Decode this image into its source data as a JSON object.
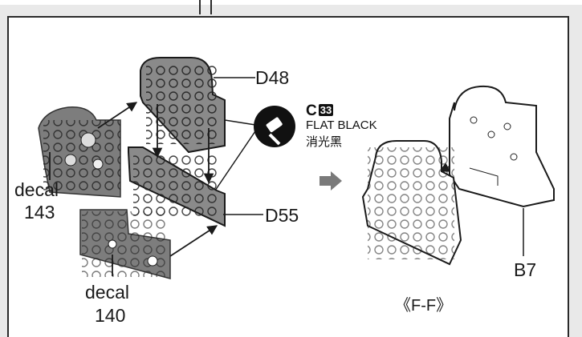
{
  "labels": {
    "part_top": "D48",
    "part_bottom": "D55",
    "part_rear": "B7",
    "decal_a_word": "decal",
    "decal_a_num": "143",
    "decal_b_word": "decal",
    "decal_b_num": "140",
    "view": "《F-F》"
  },
  "paint": {
    "code": "C",
    "number": "33",
    "name": "FLAT BLACK",
    "name_jp": "消光黑"
  },
  "colors": {
    "panel_fill": "#8a8a8a",
    "panel_dark": "#555555",
    "line": "#1a1a1a",
    "arrow_fill": "#7a7a7a",
    "outline_part": "#ffffff"
  }
}
